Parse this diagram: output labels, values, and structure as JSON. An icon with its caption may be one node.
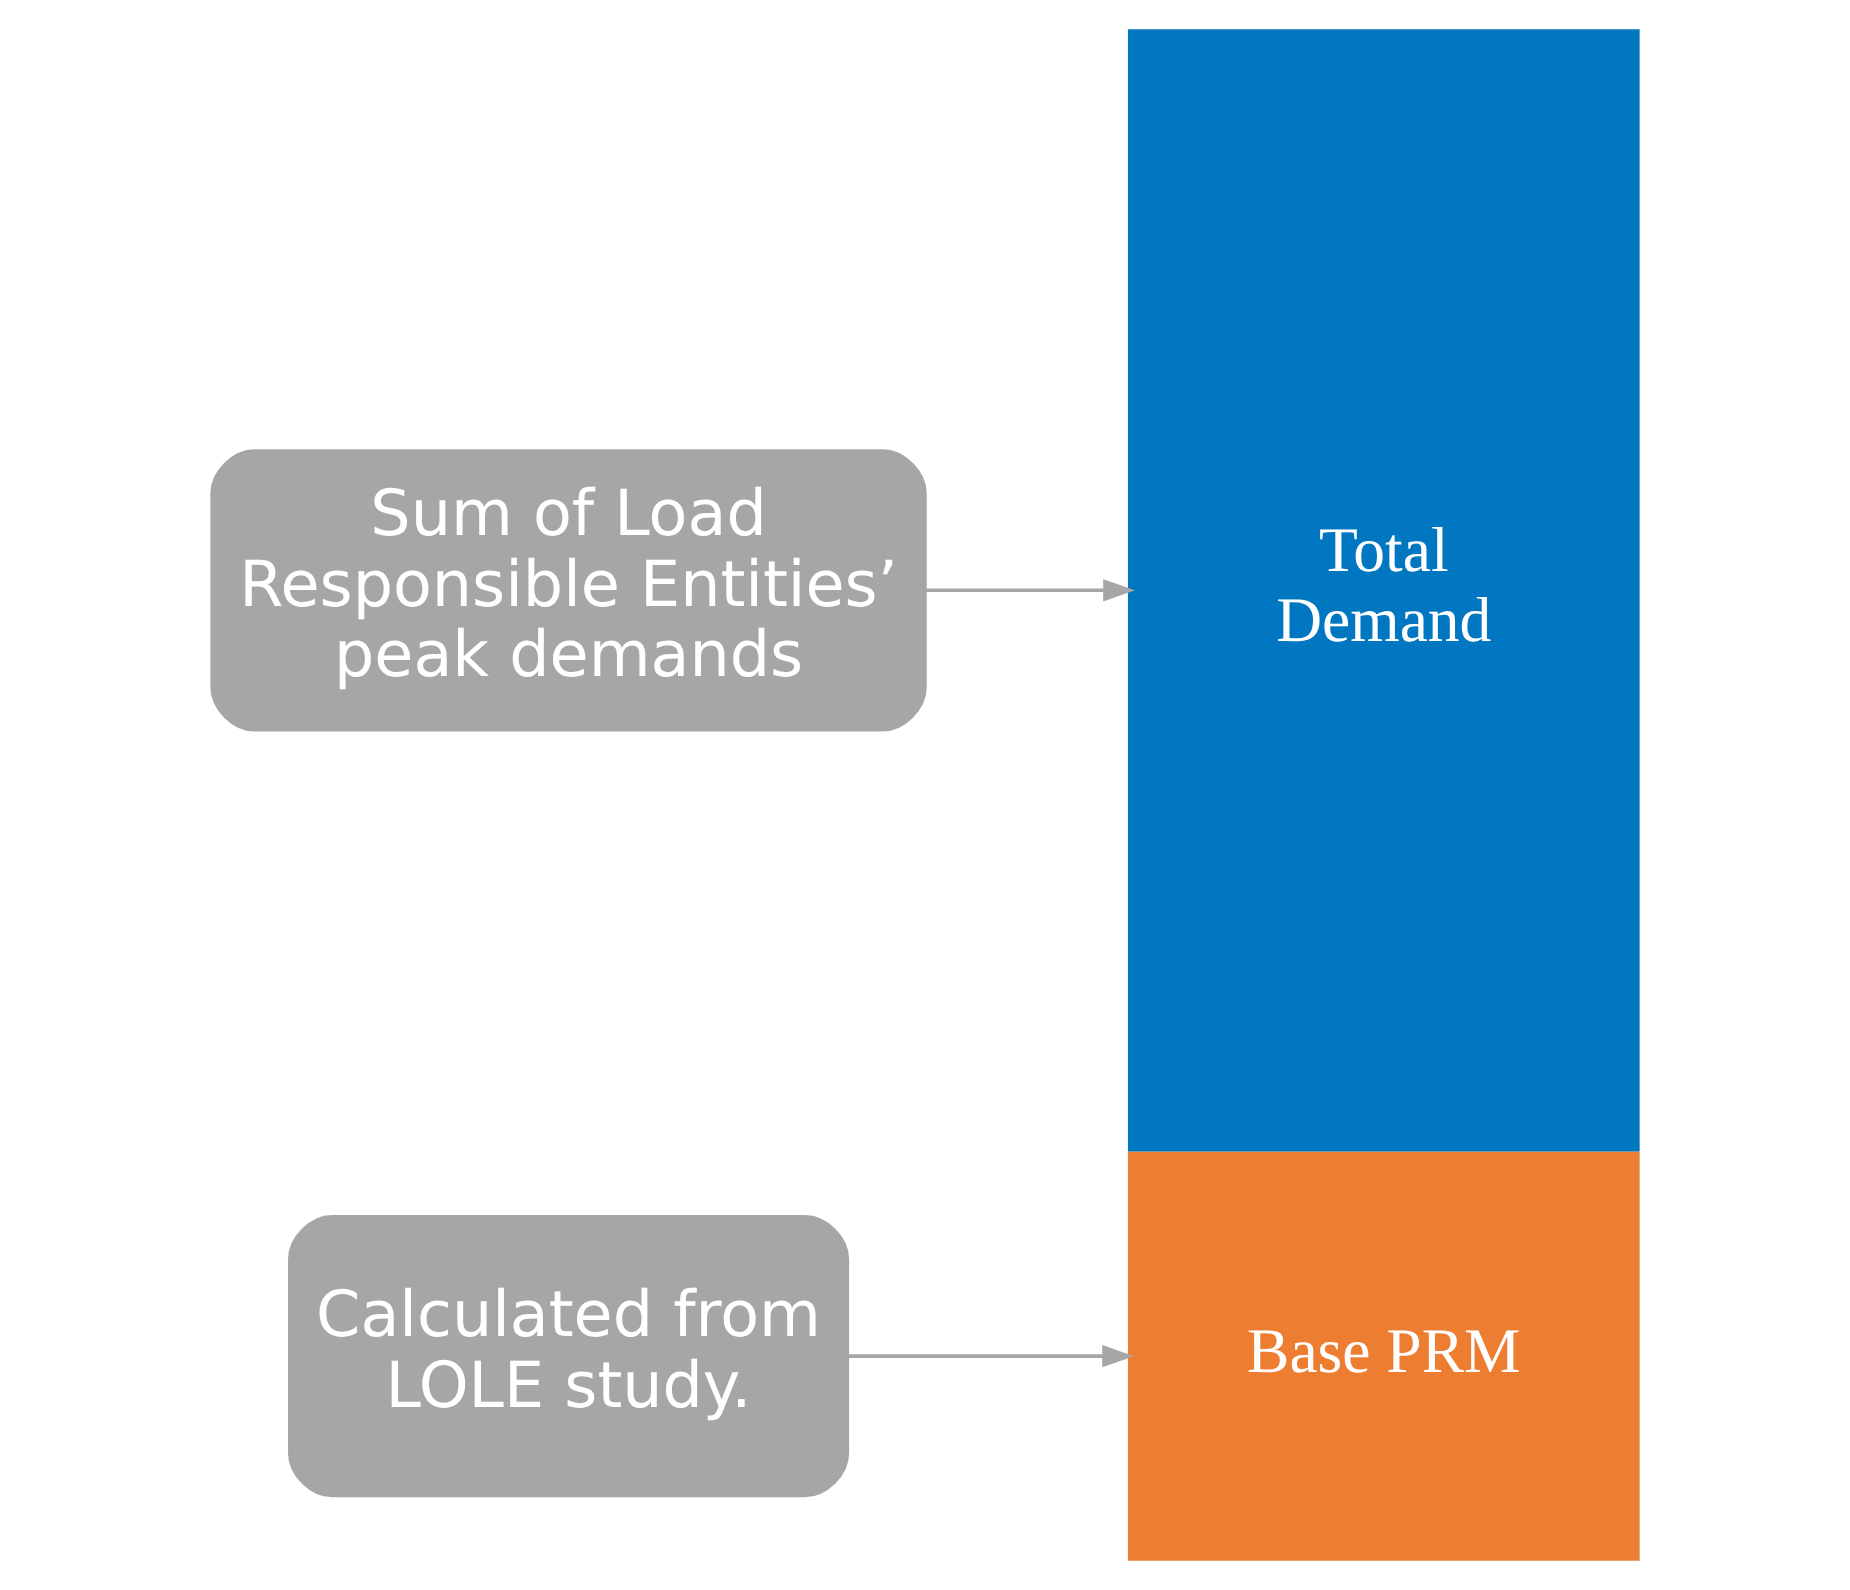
{
  "diagram": {
    "nodes": [
      {
        "text": [
          "Calculated from LOLE study."
        ]
      },
      {
        "text": [
          "Base PRM"
        ]
      },
      {
        "text": [
          "Sum of Load Responsible Entities’ peak demands"
        ]
      },
      {
        "text": [
          "Total Demand"
        ]
      }
    ],
    "edges": [
      {
        "from": 0,
        "to": 1,
        "arrow": "to"
      },
      {
        "from": 2,
        "to": 3,
        "arrow": "to"
      }
    ]
  }
}
